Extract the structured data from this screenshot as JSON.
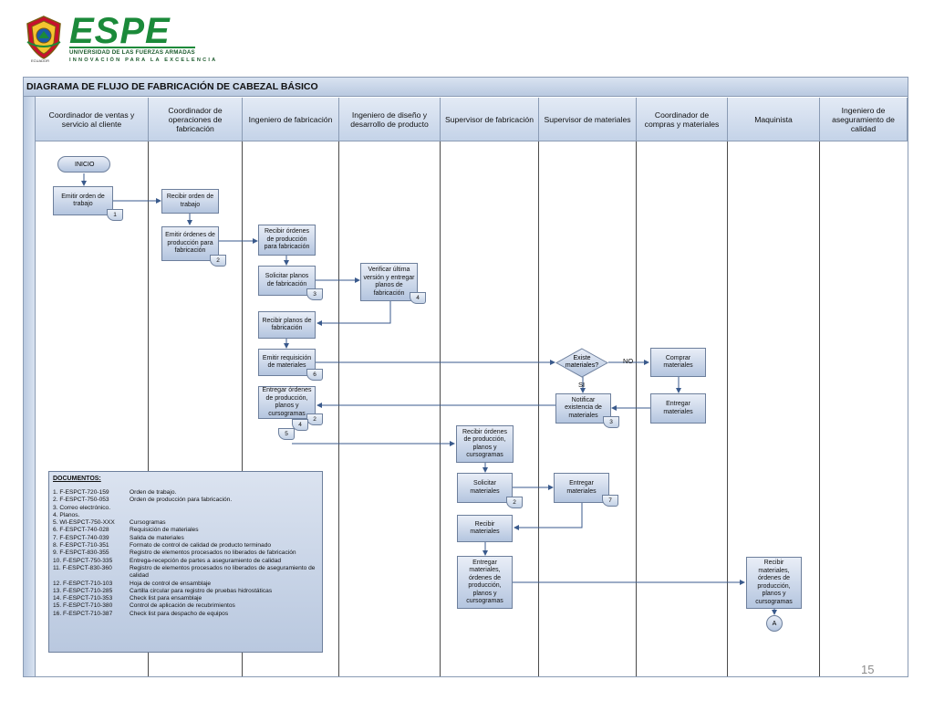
{
  "logo": {
    "wordmark": "ESPE",
    "line1": "UNIVERSIDAD DE LAS FUERZAS ARMADAS",
    "line2": "INNOVACIÓN PARA LA EXCELENCIA",
    "seal_caption": "ECUADOR"
  },
  "diagram": {
    "title": "DIAGRAMA DE FLUJO DE FABRICACIÓN DE CABEZAL BÁSICO",
    "lanes": [
      "Coordinador de ventas y servicio al cliente",
      "Coordinador de operaciones de fabricación",
      "Ingeniero de fabricación",
      "Ingeniero de diseño y desarrollo de producto",
      "Supervisor de fabricación",
      "Supervisor de materiales",
      "Coordinador de compras y materiales",
      "Maquinista",
      "Ingeniero de aseguramiento de calidad"
    ],
    "start": "INICIO",
    "steps": {
      "emitir_orden": "Emitir orden de trabajo",
      "recibir_orden": "Recibir orden de trabajo",
      "emitir_ordenes_prod": "Emitir órdenes de producción para fabricación",
      "recibir_ordenes_prod": "Recibir órdenes de producción para fabricación",
      "solicitar_planos": "Solicitar planos de fabricación",
      "verificar_version": "Verificar última versión y entregar planos de fabricación",
      "recibir_planos": "Recibir planos de fabricación",
      "emitir_requisicion": "Emitir requisición de materiales",
      "existe_materiales": "Existe materiales?",
      "comprar_materiales": "Comprar materiales",
      "entregar_materiales_compras": "Entregar materiales",
      "notificar_existencia": "Notificar existencia de materiales",
      "entregar_ordenes": "Entregar órdenes de producción, planos y cursogramas",
      "recibir_ordenes_sup": "Recibir órdenes de producción, planos y cursogramas",
      "solicitar_materiales": "Solicitar materiales",
      "entregar_materiales_sup": "Entregar materiales",
      "recibir_materiales": "Recibir materiales",
      "entregar_materiales_ordenes": "Entregar materiales, órdenes de producción, planos y cursogramas",
      "recibir_maquinista": "Recibir materiales, órdenes de producción, planos y cursogramas",
      "connector_a": "A"
    },
    "doc_refs": {
      "d1": "1",
      "d2": "2",
      "d3": "3",
      "d4": "4",
      "d6": "6",
      "d3b": "3",
      "d2b": "2",
      "d4b": "4",
      "d5": "5",
      "d2c": "2",
      "d7": "7"
    },
    "decision_labels": {
      "no": "NO",
      "yes": "SI"
    }
  },
  "documents": {
    "title": "DOCUMENTOS:",
    "items": [
      {
        "code": "1. F-ESPCT-720-159",
        "desc": "Orden de trabajo."
      },
      {
        "code": "2. F-ESPCT-750-053",
        "desc": "Orden de producción para fabricación."
      },
      {
        "code": "3. Correo electrónico.",
        "desc": ""
      },
      {
        "code": "4. Planos.",
        "desc": ""
      },
      {
        "code": "5. WI-ESPCT-750-XXX",
        "desc": "Cursogramas"
      },
      {
        "code": "6. F-ESPCT-740-028",
        "desc": "Requisición de materiales"
      },
      {
        "code": "7. F-ESPCT-740-039",
        "desc": "Salida de materiales"
      },
      {
        "code": "8. F-ESPCT-710-351",
        "desc": "Formato de control de calidad de producto terminado"
      },
      {
        "code": "9. F-ESPCT-830-355",
        "desc": "Registro de elementos procesados no liberados de fabricación"
      },
      {
        "code": "10. F-ESPCT-750-335",
        "desc": "Entrega-recepción de partes a aseguramiento de calidad"
      },
      {
        "code": "11. F-ESPCT-830-360",
        "desc": "Registro de elementos procesados no liberados de aseguramiento de calidad"
      },
      {
        "code": "12. F-ESPCT-710-103",
        "desc": "Hoja de control de ensamblaje"
      },
      {
        "code": "13. F-ESPCT-710-285",
        "desc": "Cartilla circular para registro de pruebas hidrostáticas"
      },
      {
        "code": "14. F-ESPCT-710-353",
        "desc": "Check list para ensamblaje"
      },
      {
        "code": "15. F-ESPCT-710-380",
        "desc": "Control de aplicación de recubrimientos"
      },
      {
        "code": "16. F-ESPCT-710-387",
        "desc": "Check list para despacho de equipos"
      }
    ]
  },
  "page_number": "15"
}
